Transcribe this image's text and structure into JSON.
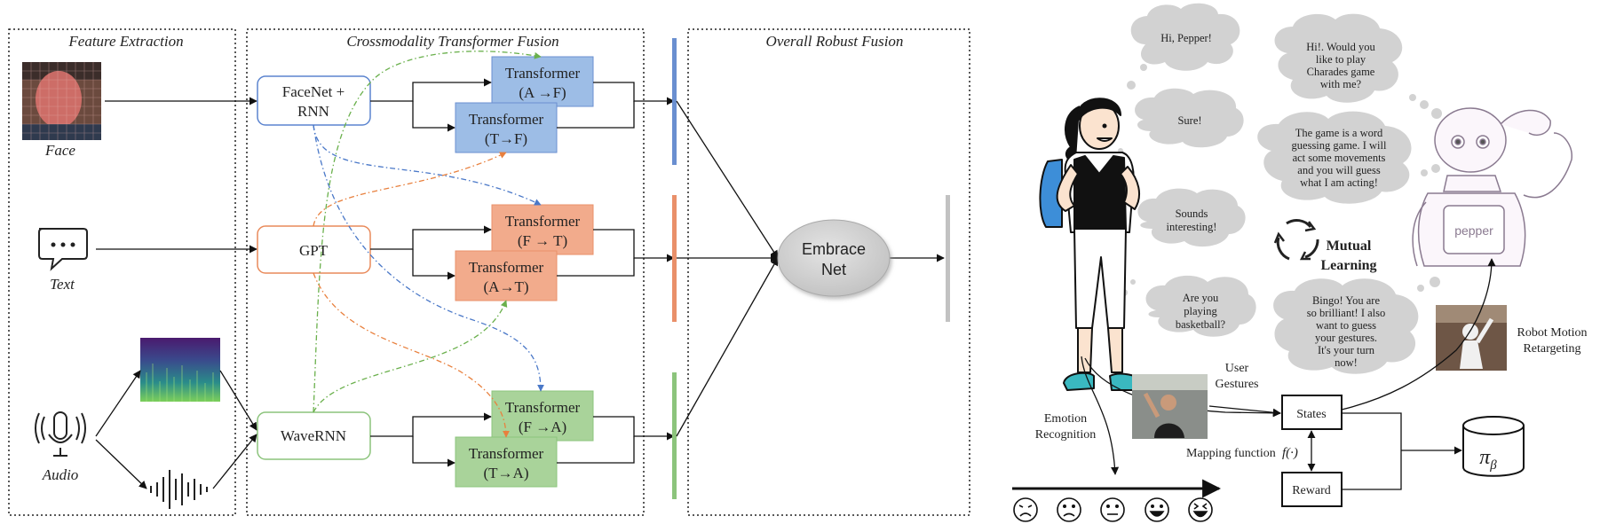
{
  "left_diagram": {
    "sections": {
      "feature_extraction": "Feature Extraction",
      "crossmodality": "Crossmodality Transformer Fusion",
      "overall": "Overall Robust Fusion"
    },
    "inputs": {
      "face": "Face",
      "text": "Text",
      "audio": "Audio"
    },
    "encoders": {
      "facenet_line1": "FaceNet +",
      "facenet_line2": "RNN",
      "gpt": "GPT",
      "wavernn": "WaveRNN"
    },
    "transformer_label": "Transformer",
    "transformers": {
      "a_to_f": "(A →F)",
      "t_to_f": "(T→F)",
      "f_to_t": "(F → T)",
      "a_to_t": "(A→T)",
      "f_to_a": "(F →A)",
      "t_to_a": "(T→A)"
    },
    "embrace_line1": "Embrace",
    "embrace_line2": "Net",
    "colors": {
      "face": "#6a8fd0",
      "text": "#e9906a",
      "audio": "#8cc47c",
      "blue_fill": "#9dbde6",
      "orange_fill": "#f2ab8c",
      "green_fill": "#a9d39a"
    }
  },
  "right_diagram": {
    "bubbles": {
      "hi_pepper": "Hi, Pepper!",
      "play_charades": [
        "Hi!. Would you",
        "like to play",
        "Charades game",
        "with me?"
      ],
      "sure": "Sure!",
      "game_explain": [
        "The game is a word",
        "guessing game. I will",
        "act some movements",
        "and you will guess",
        "what I am acting!"
      ],
      "sounds_interesting": [
        "Sounds",
        "interesting!"
      ],
      "playing_basketball": [
        "Are you",
        "playing",
        "basketball?"
      ],
      "bingo": [
        "Bingo! You are",
        "so brilliant! I also",
        "want to guess",
        "your gestures.",
        "It's your turn",
        "now!"
      ]
    },
    "mutual_learning": [
      "Mutual",
      "Learning"
    ],
    "robot_screen_text": "pepper",
    "user_gestures": [
      "User",
      "Gestures"
    ],
    "robot_motion": [
      "Robot Motion",
      "Retargeting"
    ],
    "emotion_recognition": [
      "Emotion",
      "Recognition"
    ],
    "mapping_function": "Mapping function",
    "mapping_symbol": "f(·)",
    "states": "States",
    "reward": "Reward",
    "policy": "π",
    "policy_sub": "β"
  }
}
